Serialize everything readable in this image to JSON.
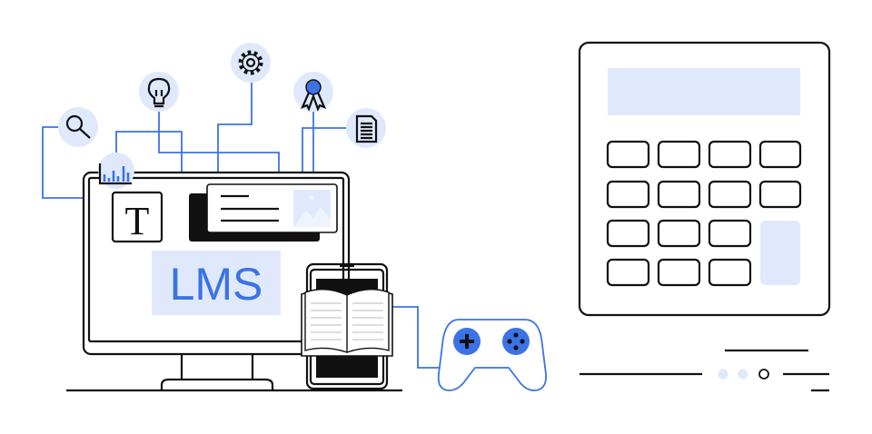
{
  "screen": {
    "title": "LMS",
    "text_icon": "T"
  },
  "icons": [
    "search-icon",
    "lightbulb-icon",
    "gear-icon",
    "award-ribbon-icon",
    "document-icon",
    "bar-chart-icon",
    "image-icon",
    "open-book-icon",
    "gamepad-icon",
    "calculator-icon"
  ],
  "pager": {
    "total": 3,
    "active": 3
  },
  "colors": {
    "accent": "#3b73e6",
    "light_accent": "#dfe9fb",
    "stroke": "#111111"
  }
}
